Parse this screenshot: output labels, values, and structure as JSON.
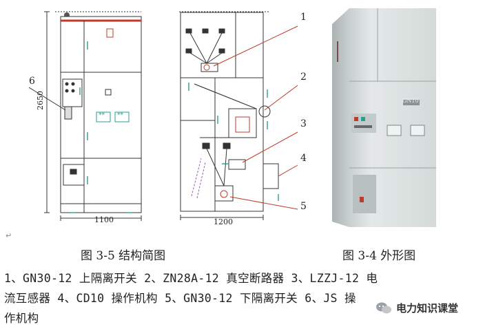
{
  "drawing": {
    "dimension_height": "2650",
    "dimension_width_front": "1100",
    "dimension_width_side": "1200",
    "callouts": [
      "6",
      "1",
      "2",
      "3",
      "4",
      "5"
    ],
    "front_panel_marks": [
      "**",
      "**"
    ],
    "photo_nameplate": "GN10"
  },
  "captions": {
    "structure": "图 3-5  结构简图",
    "exterior": "图 3-4  外形图"
  },
  "legend": {
    "line1": "1、GN30-12 上隔离开关  2、ZN28A-12 真空断路器  3、LZZJ-12 电",
    "line2": "流互感器    4、CD10 操作机构  5、GN30-12 下隔离开关  6、JS 操",
    "line3": "作机构"
  },
  "watermark": {
    "text": "电力知识课堂"
  },
  "paragraph_mark": "↵"
}
